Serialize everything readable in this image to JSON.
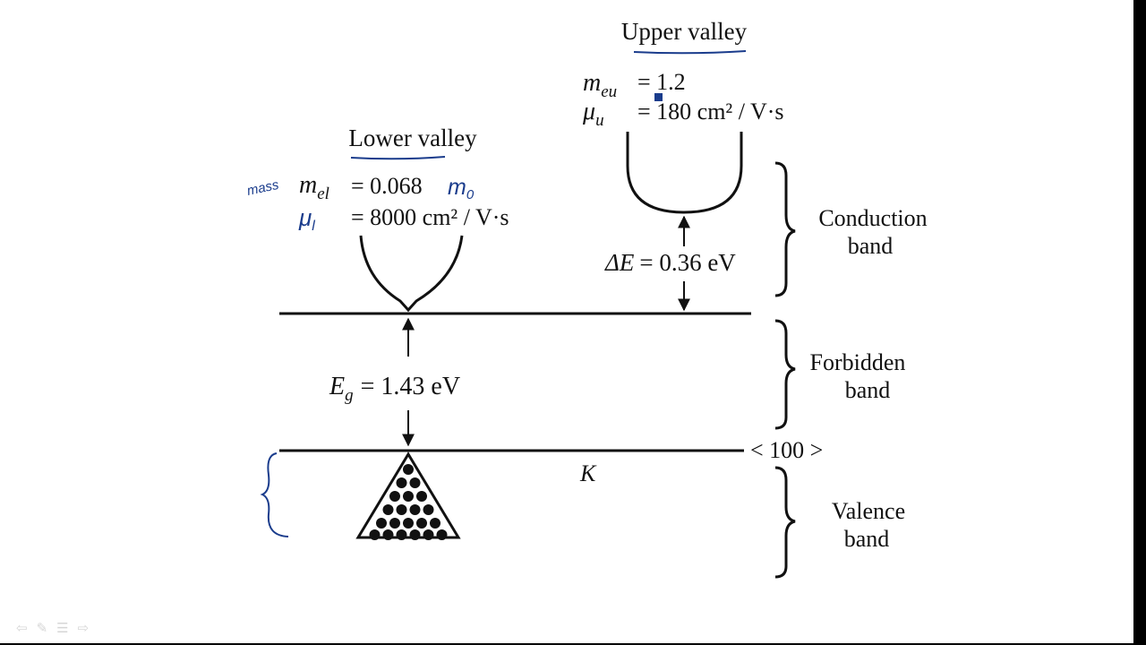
{
  "upper_valley": {
    "title": "Upper valley",
    "mass_symbol": "m",
    "mass_sub": "eu",
    "mass_value": "= 1.2",
    "mobility_symbol": "μ",
    "mobility_sub": "u",
    "mobility_value": "= 180 cm² / V·s"
  },
  "lower_valley": {
    "title": "Lower valley",
    "mass_symbol": "m",
    "mass_sub": "el",
    "mass_value": "= 0.068",
    "mobility_symbol": "μ",
    "mobility_value": "= 8000 cm² / V·s"
  },
  "handwritten": {
    "mass_word": "mass",
    "m_zero": "m",
    "m_zero_sub": "0",
    "mu_sub": "l"
  },
  "delta_e": {
    "symbol": "ΔE",
    "value": "= 0.36 eV"
  },
  "gap": {
    "symbol": "E",
    "sub": "g",
    "value": "= 1.43 eV"
  },
  "k_label": "K",
  "direction_label": "< 100 >",
  "bands": {
    "conduction": [
      "Conduction",
      "band"
    ],
    "forbidden": [
      "Forbidden",
      "band"
    ],
    "valence": [
      "Valence",
      "band"
    ]
  },
  "nav_icons": [
    "arrow-left-icon",
    "pen-icon",
    "menu-icon",
    "arrow-right-icon"
  ],
  "colors": {
    "ink": "#1a3c8c",
    "line": "#111111"
  }
}
